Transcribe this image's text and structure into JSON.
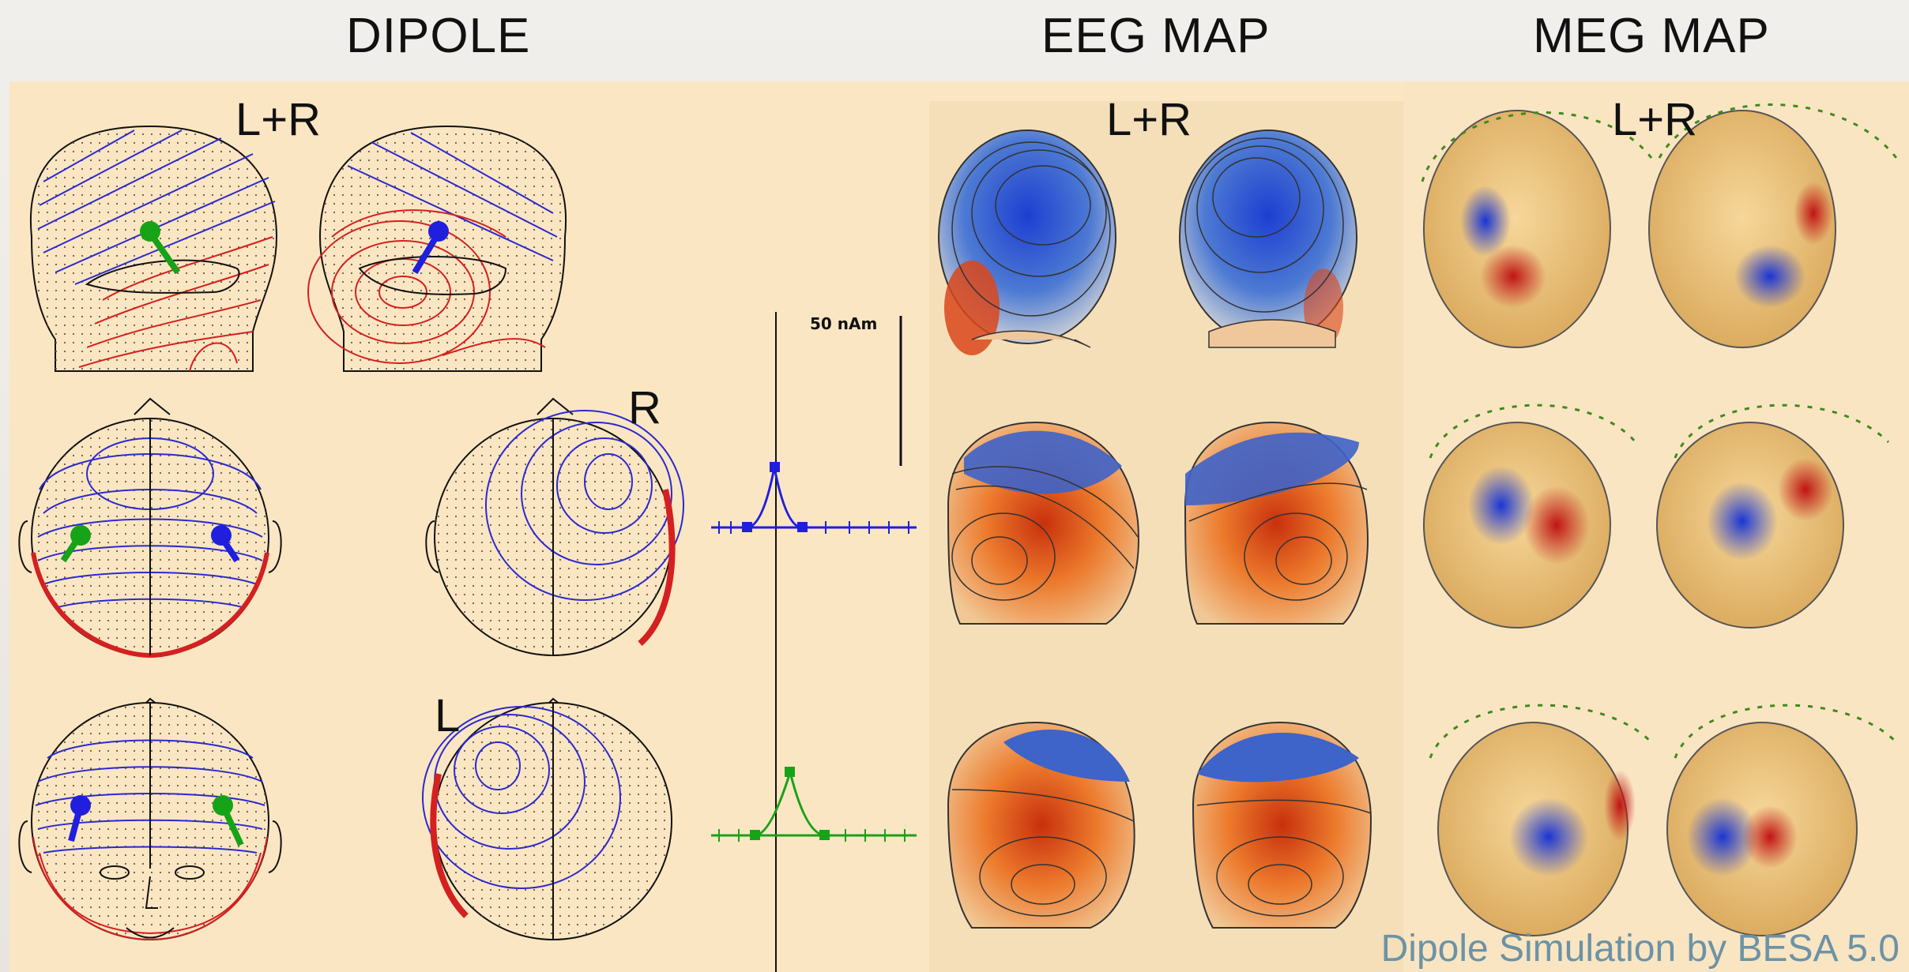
{
  "headers": {
    "dipole": "DIPOLE",
    "eeg": "EEG MAP",
    "meg": "MEG MAP"
  },
  "labels": {
    "dipole_lr": "L+R",
    "eeg_lr": "L+R",
    "meg_lr": "L+R",
    "right": "R",
    "left": "L"
  },
  "scale_bar": "50 nAm",
  "credit": "Dipole Simulation by BESA 5.0",
  "colors": {
    "isoline_positive": "#d42020",
    "isoline_negative": "#2a2ad0",
    "dipole_left": "#17a317",
    "dipole_right": "#1f1fdd",
    "eeg_negative": "#2b55c8",
    "eeg_positive": "#d9461a",
    "meg_sensor": "#3f8a1e"
  }
}
